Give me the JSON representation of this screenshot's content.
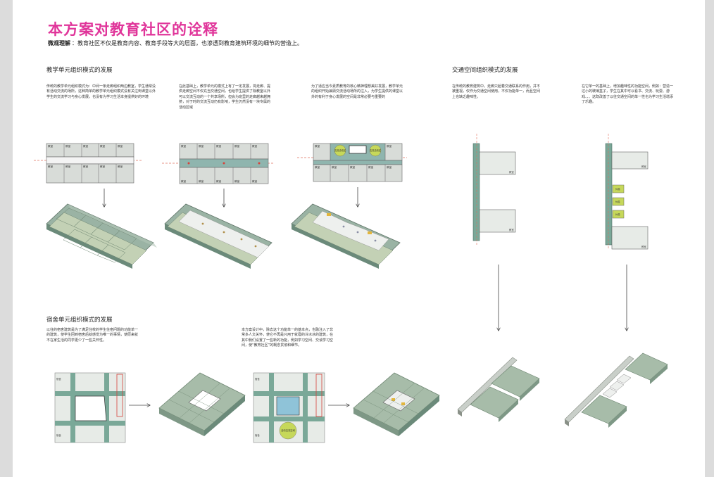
{
  "header": {
    "title": "本方案对教育社区的诠释",
    "subtitle_label": "微观理解",
    "subtitle_text": "：教育社区不仅是教育内容、教育手段等大的层面，也渗透到教育建筑环境的细节的营造上。"
  },
  "teaching": {
    "title": "教学单元组织模式的发展",
    "desc": [
      "传统的教学单元组织模式为：中间一条走廊组织两边教室，学生通常没有活动交流的场所，这种简单的教学单元组织模式没有关注到课堂以外学生的交流学习与身心发展，也没有为学习生活本身提供好的环境",
      "在此基础上，教学单元的模式上有了一定发展，将走廊、提供走廊空间不仅充当交通空间，也给学生提供了除教室以外可以交流互动的一个共享场所，但会为班里的走廊越来越拥挤，对于时的交流互动仍有影响，学生仍然没有一块专属的活动区域",
      "为了适应当今素质教育的核心精神理想美好发展，教学单元的组织开始兼顾交流活动场所的注入，为学生提供的课堂以外的有利于身心发展的空间是非常必要与重要的"
    ],
    "room_label": "教室",
    "box_labels": [
      "交流活动区",
      "交流活动区"
    ]
  },
  "traffic": {
    "title": "交通空间组织模式的发展",
    "desc": [
      "在传统的教育建筑中，走廊只起着交通联系的作用，并不被重视，仅作为交通空间使用，不仅功能单一，而且空间上也缺乏趣味性。",
      "在它单一的基础上，增加趣味性的功能空间，例如：营造一过小的玻璃盒子，学生在其中可以看书、交流、玩耍、游戏、、、这既改善了以往交通空间的单一性也为学习生活增添了乐趣。"
    ],
    "block_label": "教室",
    "small_label": "休息"
  },
  "dorm": {
    "title": "宿舍单元组织模式的发展",
    "desc": [
      "以往的宿舍建筑是为了满足住校的学生住宿问题的功能单一的建筑，使学生回到宿舍后就感觉为唯一的事情，使原来就不在家生活的同学更少了一些关怀性。",
      "本方案设计中，除去这个功能单一的基本点，也融注入了非常多人文关怀，使它不再是只用于就寝的冷冰冰的建筑，在其中我们设置了一些新的功能，例如学习空间、交谈学习空间，使“教育社区”的概念贯彻和细节。"
    ],
    "room_label": "宿舍",
    "circle_label": "活动交流空间"
  }
}
